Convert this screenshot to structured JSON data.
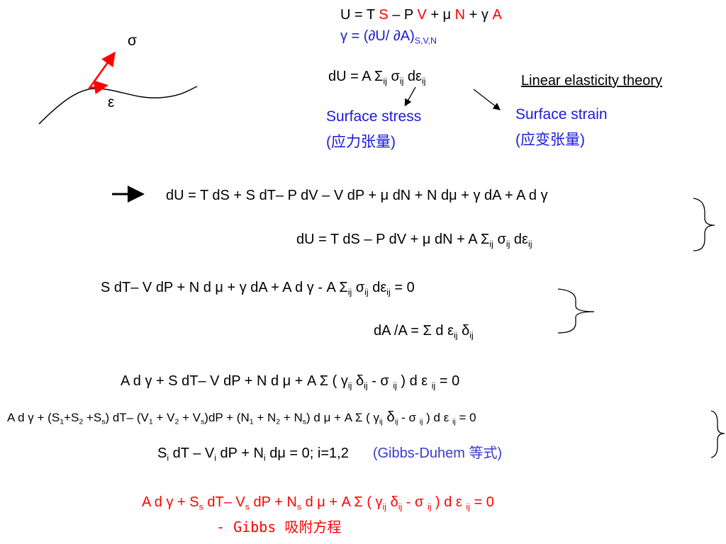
{
  "header": {
    "energy_line": {
      "p1": "U = T ",
      "S": "S",
      "p2": " – P ",
      "V": "V",
      "p3": " + μ ",
      "N": "N",
      "p4": " + γ ",
      "A": "A"
    },
    "gamma_def": {
      "main": "γ = (∂U/ ∂A)",
      "sub": "S,V,N"
    }
  },
  "diagram": {
    "sigma_label": "σ",
    "epsilon_label": "ε"
  },
  "elastic": {
    "du_line": {
      "p1": "dU =  A Σ",
      "s1": "ij",
      "p2": " σ",
      "s2": "ij",
      "p3": " dε",
      "s3": "ij"
    },
    "theory_title": "Linear elasticity theory",
    "surface_stress": "Surface stress",
    "surface_stress_cn": "(应力张量)",
    "surface_strain": "Surface strain",
    "surface_strain_cn": "(应变张量)"
  },
  "equations": {
    "eq1": "dU = T dS + S dT– P dV – V dP + μ dN + N dμ + γ dA + A d γ",
    "eq2": {
      "p1": "dU = T dS – P dV + μ dN + A Σ",
      "s1": "ij",
      "p2": " σ",
      "s2": "ij",
      "p3": " dε",
      "s3": "ij"
    },
    "eq3": {
      "p1": "S dT– V dP + N d μ + γ dA + A d γ - A Σ",
      "s1": "ij",
      "p2": " σ",
      "s2": "ij",
      "p3": " dε",
      "s3": "ij",
      "p4": " = 0"
    },
    "eq4": {
      "p1": "dA /A = Σ d ε",
      "s1": "ij",
      "p2": " δ",
      "s2": "ij"
    },
    "eq5": {
      "p1": "A d γ + S dT– V dP + N d μ + A Σ ( γ",
      "s1": "ij",
      "p2": " δ",
      "s2": "ij",
      "p3": " - σ ",
      "s3": "ij",
      "p4": " ) d ε ",
      "s4": "ij",
      "p5": " = 0"
    },
    "eq6": {
      "p1": "A d γ + (S",
      "s1": "1",
      "p2": "+S",
      "s2": "2",
      "p3": " +S",
      "s3": "s",
      "p4": ") dT– (V",
      "s4": "1",
      "p5": " + V",
      "s5": "2",
      "p6": " + V",
      "s6": "s",
      "p7": ")dP + (N",
      "s7": "1",
      "p8": " + N",
      "s8": "2",
      "p9": " + N",
      "s9": "s",
      "p10": ") d μ + A Σ ( γ",
      "s10": "ij",
      "p11": " δ",
      "s11": "ij",
      "p12": " - σ ",
      "s12": "ij",
      "p13": " ) d ε ",
      "s13": "ij",
      "p14": " = 0"
    },
    "eq7": {
      "p1": "S",
      "s1": "i",
      "p2": " dT – V",
      "s2": "i",
      "p3": " dP + N",
      "s3": "i",
      "p4": " dμ = 0;   i=1,2",
      "note": "(Gibbs-Duhem 等式)"
    },
    "eq8": {
      "p1": "A d γ + S",
      "s1": "s",
      "p2": " dT– V",
      "s2": "s",
      "p3": " dP + N",
      "s3": "s",
      "p4": " d μ + A Σ ( γ",
      "s4": "ij",
      "p5": " δ",
      "s5": "ij",
      "p6": " - σ ",
      "s6": "ij",
      "p7": " ) d ε ",
      "s7": "ij",
      "p8": " = 0"
    },
    "gibbs_label": "- Gibbs  吸附方程"
  },
  "colors": {
    "red": "#ff0000",
    "blue": "#1a1adb",
    "black": "#000000"
  }
}
